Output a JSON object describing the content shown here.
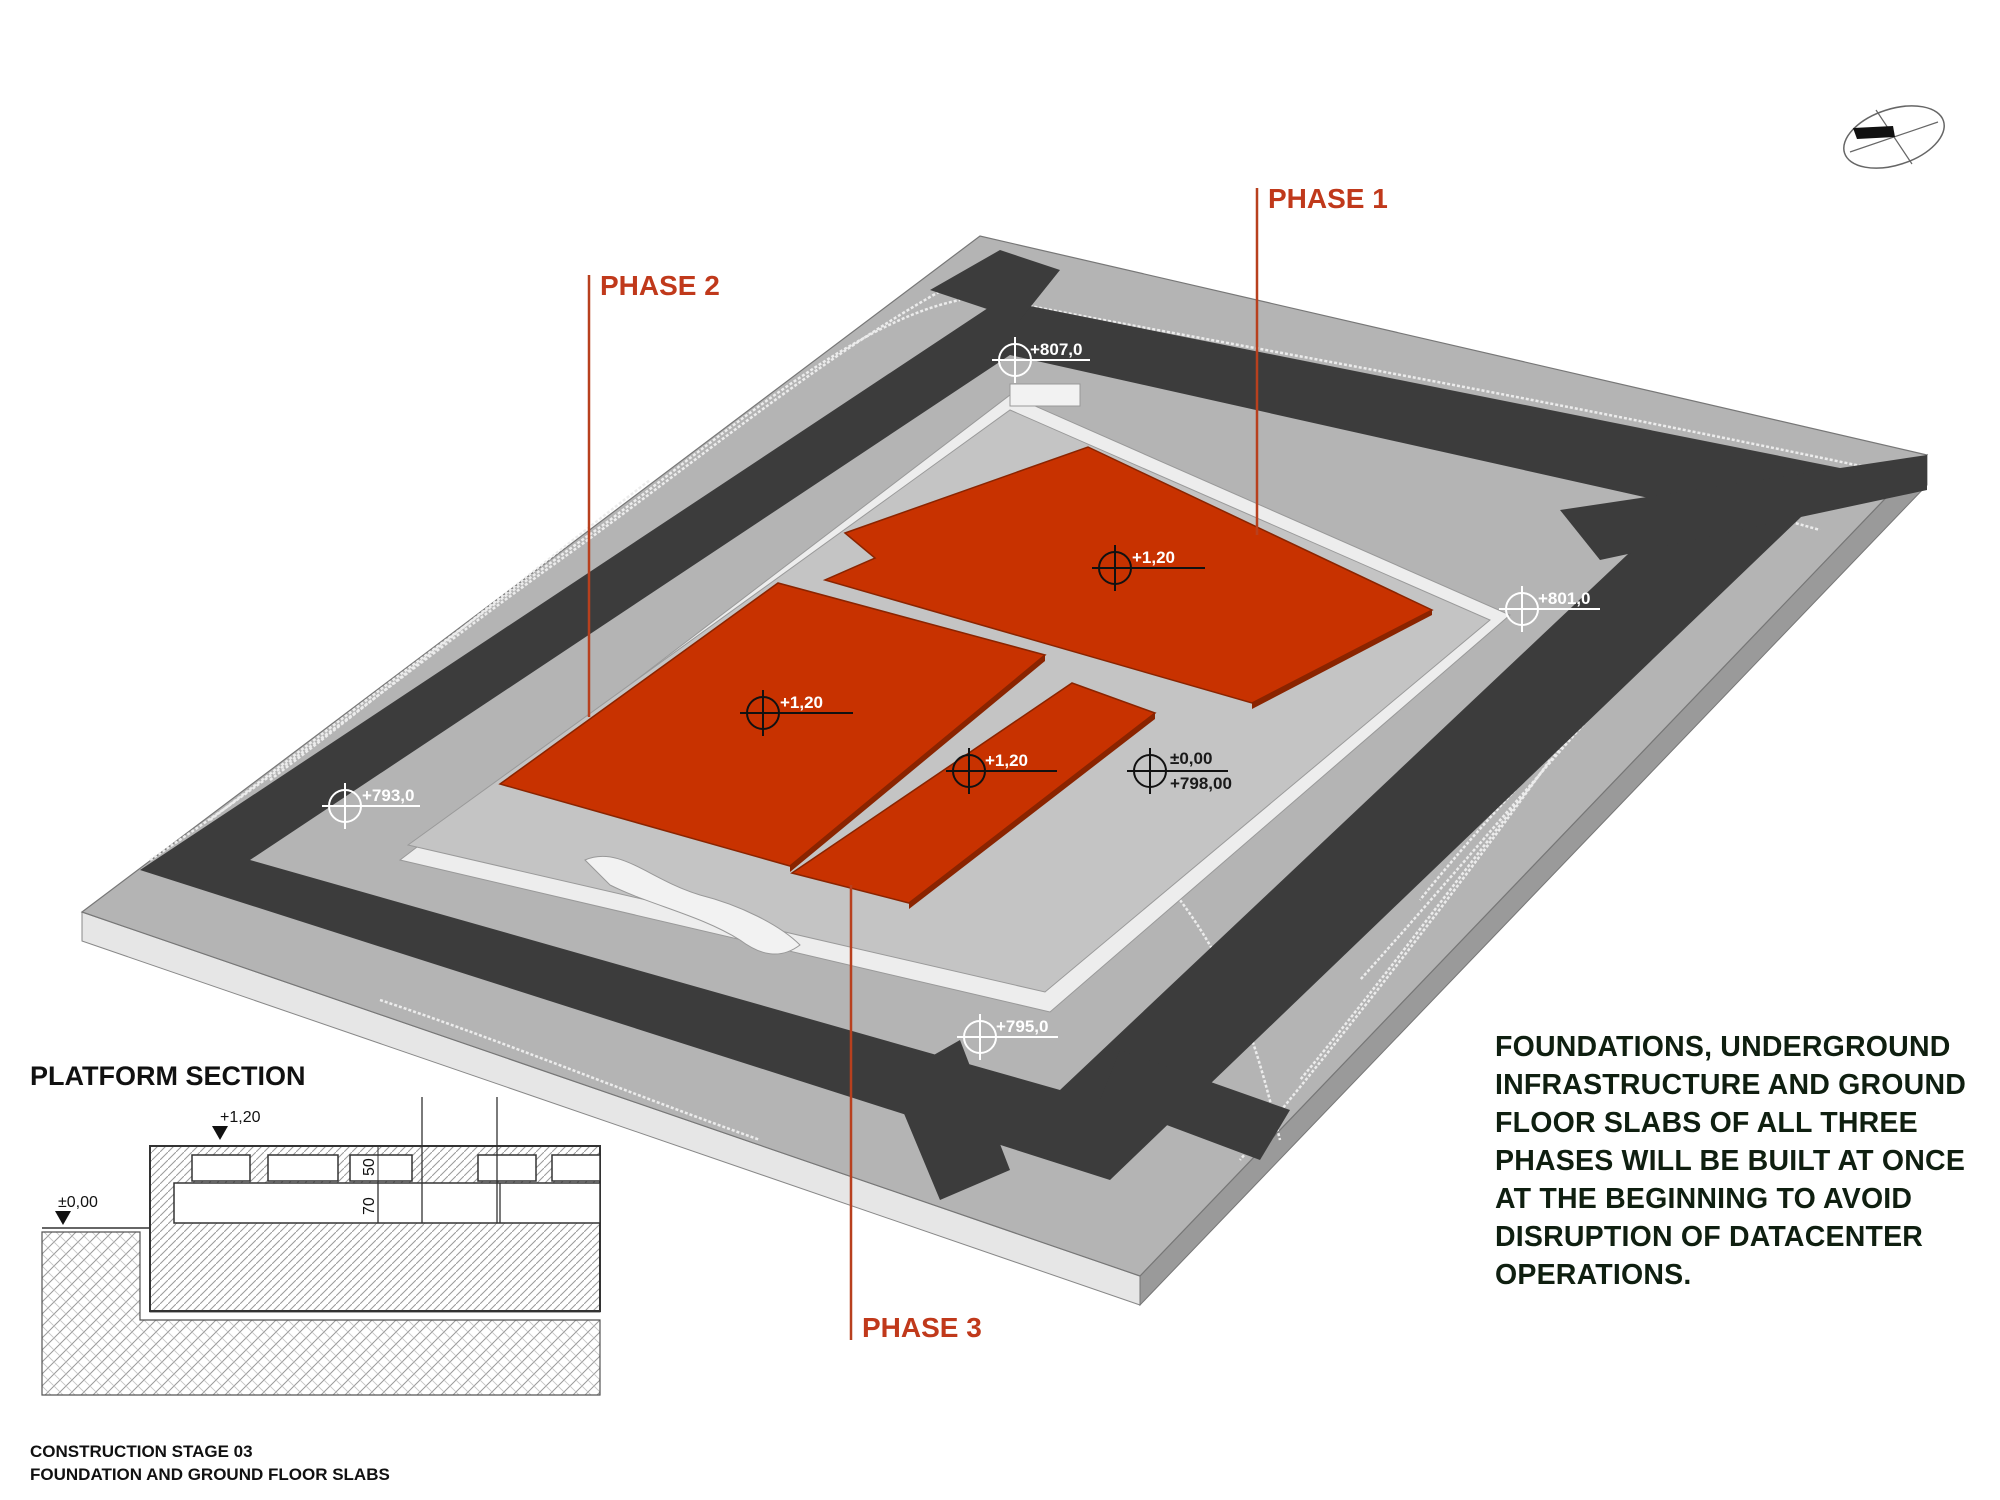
{
  "phases": {
    "phase1": "PHASE 1",
    "phase2": "PHASE 2",
    "phase3": "PHASE 3"
  },
  "levels": {
    "top": "+807,0",
    "right": "+801,0",
    "left": "+793,0",
    "bottom": "+795,0",
    "slab_phase1": "+1,20",
    "slab_phase2": "+1,20",
    "slab_phase3": "+1,20",
    "platform_relative": "±0,00",
    "platform_absolute": "+798,00"
  },
  "section": {
    "title": "PLATFORM SECTION",
    "slab_level": "+1,20",
    "ground_level": "±0,00",
    "dim_upper": "50",
    "dim_lower": "70"
  },
  "note_lines": [
    "FOUNDATIONS, UNDERGROUND",
    "INFRASTRUCTURE AND GROUND",
    "FLOOR SLABS OF ALL THREE",
    "PHASES WILL BE BUILT AT ONCE",
    "AT THE BEGINNING TO AVOID",
    "DISRUPTION OF DATACENTER",
    "OPERATIONS."
  ],
  "footer": {
    "line1": "CONSTRUCTION STAGE 03",
    "line2": "FOUNDATION AND GROUND FLOOR SLABS"
  },
  "colors": {
    "slab": "#c83200",
    "road": "#3c3c3c",
    "terrain": "#b4b4b4",
    "platform": "#c4c4c4",
    "leader": "#b8401e"
  },
  "icons": [
    "north-arrow-icon",
    "level-marker-icon",
    "level-triangle-icon"
  ]
}
